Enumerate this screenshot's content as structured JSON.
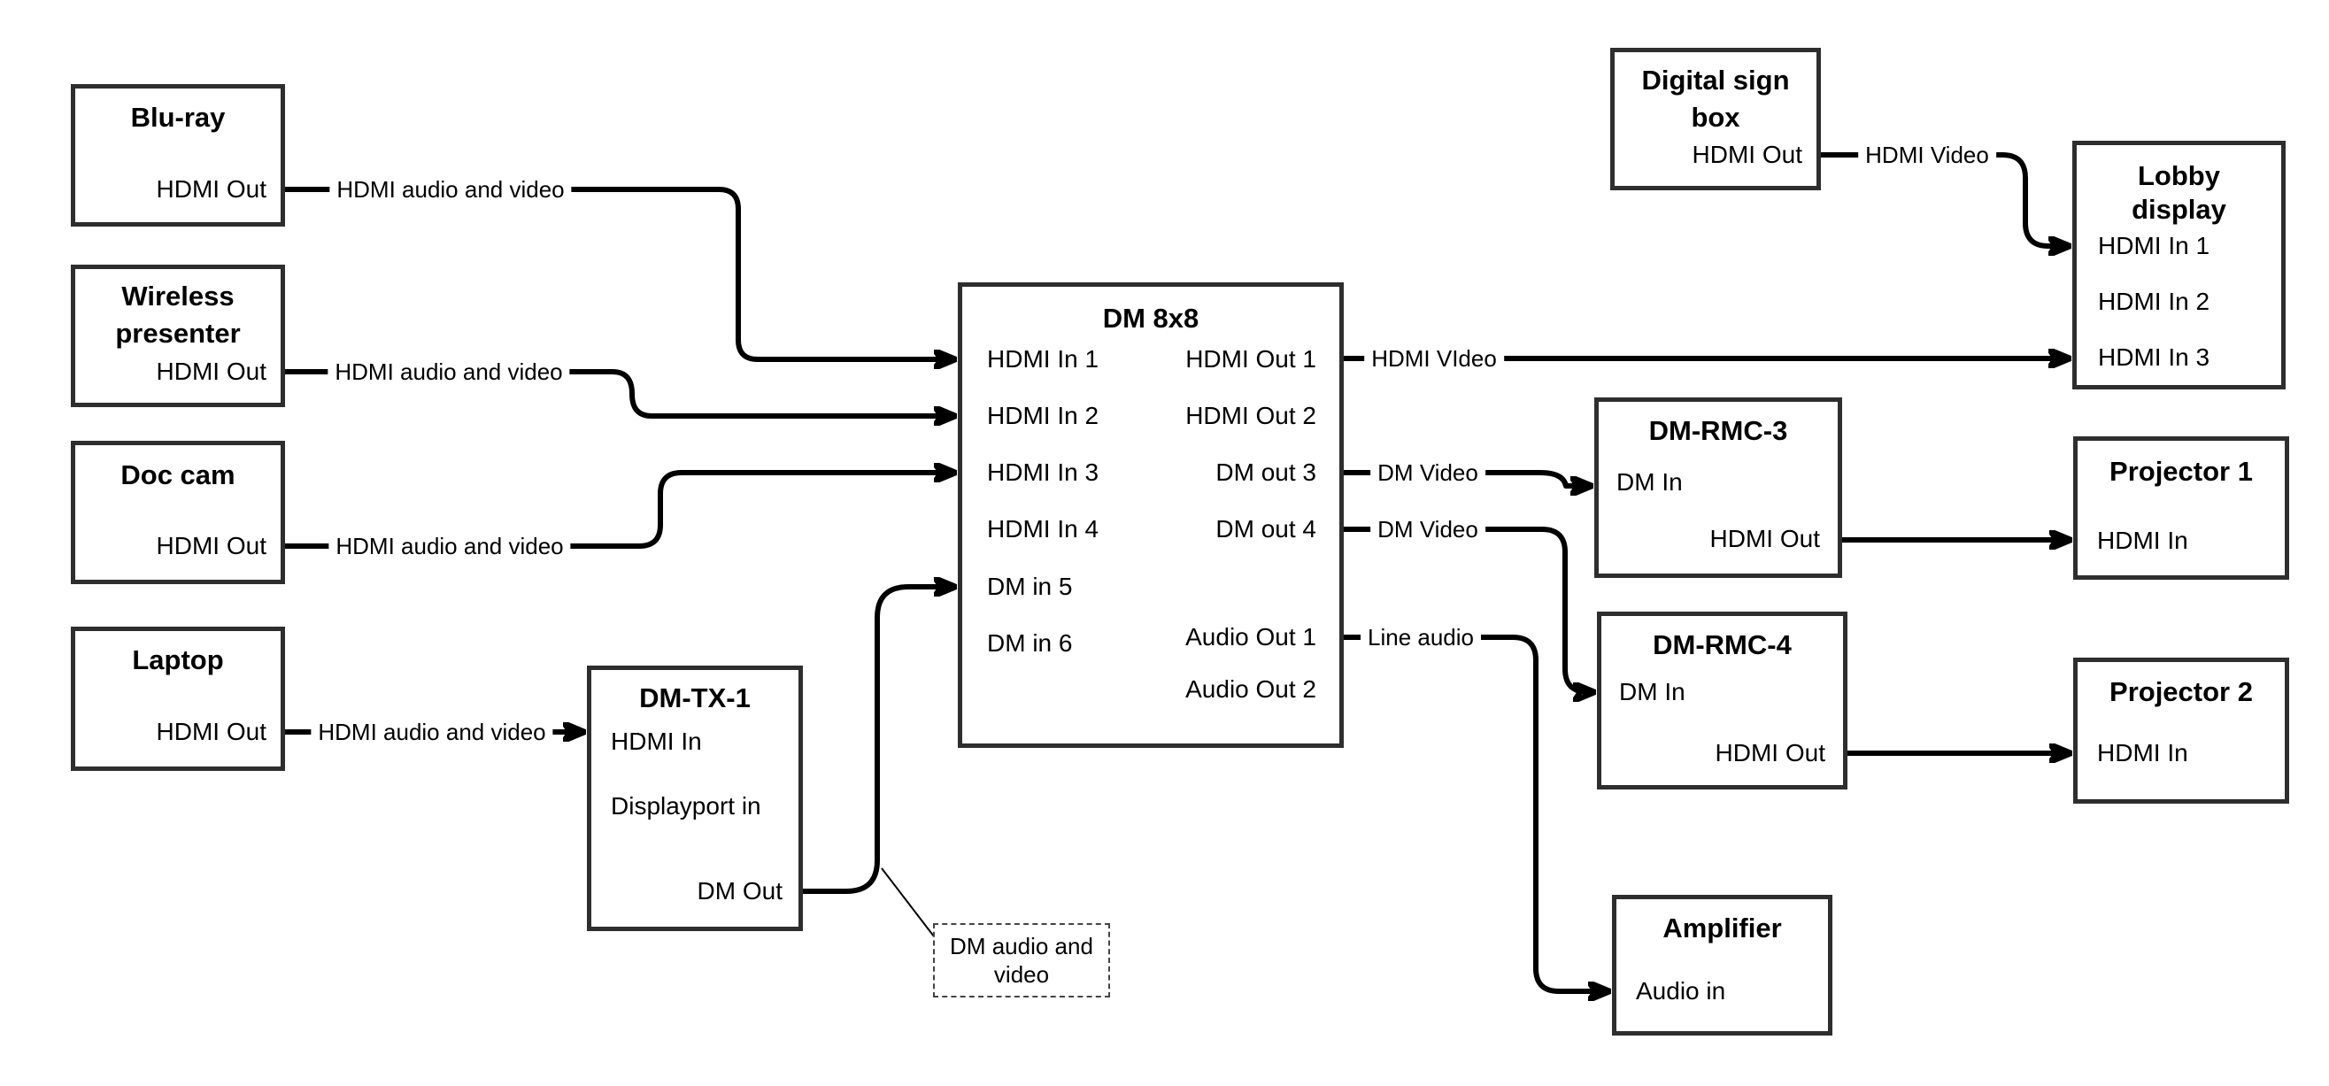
{
  "colors": {
    "line": "#000000",
    "border": "#2e2e2e",
    "background": "#ffffff",
    "text": "#000000"
  },
  "nodes": {
    "blu_ray": {
      "title": "Blu-ray",
      "ports": {
        "hdmi_out": "HDMI Out"
      }
    },
    "wireless": {
      "title_line1": "Wireless",
      "title_line2": "presenter",
      "ports": {
        "hdmi_out": "HDMI Out"
      }
    },
    "doc_cam": {
      "title": "Doc cam",
      "ports": {
        "hdmi_out": "HDMI Out"
      }
    },
    "laptop": {
      "title": "Laptop",
      "ports": {
        "hdmi_out": "HDMI Out"
      }
    },
    "dm_tx_1": {
      "title": "DM-TX-1",
      "ports": {
        "hdmi_in": "HDMI In",
        "displayport_in": "Displayport in",
        "dm_out": "DM Out"
      }
    },
    "dm_8x8": {
      "title": "DM 8x8",
      "ports": {
        "hdmi_in_1": "HDMI In 1",
        "hdmi_in_2": "HDMI In 2",
        "hdmi_in_3": "HDMI In 3",
        "hdmi_in_4": "HDMI In 4",
        "dm_in_5": "DM in 5",
        "dm_in_6": "DM in 6",
        "hdmi_out_1": "HDMI Out 1",
        "hdmi_out_2": "HDMI Out 2",
        "dm_out_3": "DM out 3",
        "dm_out_4": "DM out 4",
        "audio_out_1": "Audio Out 1",
        "audio_out_2": "Audio Out 2"
      }
    },
    "digital_sign": {
      "title_line1": "Digital sign",
      "title_line2": "box",
      "ports": {
        "hdmi_out": "HDMI Out"
      }
    },
    "lobby_display": {
      "title_line1": "Lobby",
      "title_line2": "display",
      "ports": {
        "hdmi_in_1": "HDMI In 1",
        "hdmi_in_2": "HDMI In 2",
        "hdmi_in_3": "HDMI In 3"
      }
    },
    "dm_rmc_3": {
      "title": "DM-RMC-3",
      "ports": {
        "dm_in": "DM In",
        "hdmi_out": "HDMI Out"
      }
    },
    "projector_1": {
      "title": "Projector 1",
      "ports": {
        "hdmi_in": "HDMI In"
      }
    },
    "dm_rmc_4": {
      "title": "DM-RMC-4",
      "ports": {
        "dm_in": "DM In",
        "hdmi_out": "HDMI Out"
      }
    },
    "projector_2": {
      "title": "Projector 2",
      "ports": {
        "hdmi_in": "HDMI In"
      }
    },
    "amplifier": {
      "title": "Amplifier",
      "ports": {
        "audio_in": "Audio in"
      }
    }
  },
  "edges": {
    "blu_ray_hdmi": "HDMI audio and video",
    "wireless_hdmi": "HDMI audio and video",
    "doc_cam_hdmi": "HDMI audio and video",
    "laptop_hdmi": "HDMI audio and video",
    "out1_video": "HDMI VIdeo",
    "out3_video": "DM Video",
    "out4_video": "DM Video",
    "audio1_line": "Line audio",
    "sign_video": "HDMI Video"
  },
  "note": {
    "line1": "DM audio and",
    "line2": "video"
  }
}
